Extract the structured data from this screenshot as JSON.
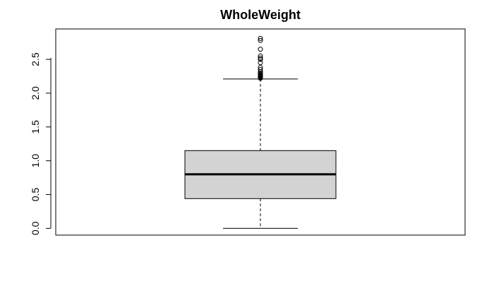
{
  "chart_data": {
    "type": "boxplot",
    "title": "WholeWeight",
    "xlabel": "",
    "ylabel": "",
    "ylim": [
      -0.1,
      2.95
    ],
    "yticks": [
      0.0,
      0.5,
      1.0,
      1.5,
      2.0,
      2.5
    ],
    "ytick_labels": [
      "0.0",
      "0.5",
      "1.0",
      "1.5",
      "2.0",
      "2.5"
    ],
    "grid": false,
    "box_fill": "#d3d3d3",
    "line_color": "#000000",
    "box": {
      "min": 0.0,
      "q1": 0.44,
      "median": 0.8,
      "q3": 1.15,
      "max": 2.21,
      "outliers": [
        2.22,
        2.23,
        2.24,
        2.25,
        2.26,
        2.27,
        2.28,
        2.3,
        2.32,
        2.35,
        2.38,
        2.45,
        2.5,
        2.52,
        2.55,
        2.65,
        2.78,
        2.81
      ]
    }
  }
}
